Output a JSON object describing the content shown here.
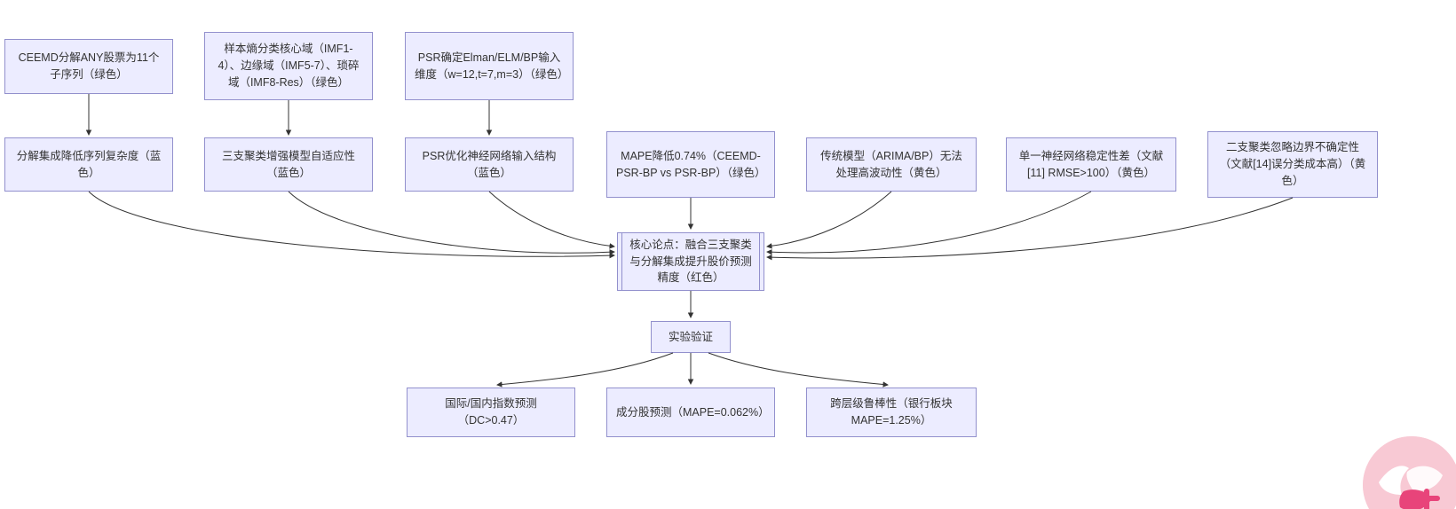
{
  "diagram_type": "flowchart",
  "colors": {
    "node_fill": "#ECECFF",
    "node_border": "#9290CD",
    "edge": "#333333",
    "background": "#FFFFFF",
    "watermark_pink": "#F8C9D4",
    "watermark_accent": "#E8447A"
  },
  "nodes": {
    "a1": {
      "label": "CEEMD分解ANY股票为11个子序列（绿色）"
    },
    "a2": {
      "label": "样本熵分类核心域（IMF1-4）、边缘域（IMF5-7）、琐碎域（IMF8-Res）（绿色）"
    },
    "a3": {
      "label": "PSR确定Elman/ELM/BP输入维度（w=12,t=7,m=3）（绿色）"
    },
    "b1": {
      "label": "分解集成降低序列复杂度（蓝色）"
    },
    "b2": {
      "label": "三支聚类增强模型自适应性（蓝色）"
    },
    "b3": {
      "label": "PSR优化神经网络输入结构（蓝色）"
    },
    "b4": {
      "label": "MAPE降低0.74%（CEEMD-PSR-BP vs PSR-BP）（绿色）"
    },
    "b5": {
      "label": "传统模型（ARIMA/BP）无法处理高波动性（黄色）"
    },
    "b6": {
      "label": "单一神经网络稳定性差（文献[11] RMSE>100）（黄色）"
    },
    "b7": {
      "label": "二支聚类忽略边界不确定性（文献[14]误分类成本高）（黄色）"
    },
    "c": {
      "label": "核心论点：融合三支聚类与分解集成提升股价预测精度（红色）"
    },
    "d": {
      "label": "实验验证"
    },
    "e1": {
      "label": "国际/国内指数预测（DC>0.47）"
    },
    "e2": {
      "label": "成分股预测（MAPE=0.062%）"
    },
    "e3": {
      "label": "跨层级鲁棒性（银行板块MAPE=1.25%）"
    }
  },
  "edges": [
    [
      "a1",
      "b1"
    ],
    [
      "a2",
      "b2"
    ],
    [
      "a3",
      "b3"
    ],
    [
      "b1",
      "c"
    ],
    [
      "b2",
      "c"
    ],
    [
      "b3",
      "c"
    ],
    [
      "b4",
      "c"
    ],
    [
      "b5",
      "c"
    ],
    [
      "b6",
      "c"
    ],
    [
      "b7",
      "c"
    ],
    [
      "c",
      "d"
    ],
    [
      "d",
      "e1"
    ],
    [
      "d",
      "e2"
    ],
    [
      "d",
      "e3"
    ]
  ],
  "watermark": {
    "icon": "mermaid-logo-icon"
  }
}
